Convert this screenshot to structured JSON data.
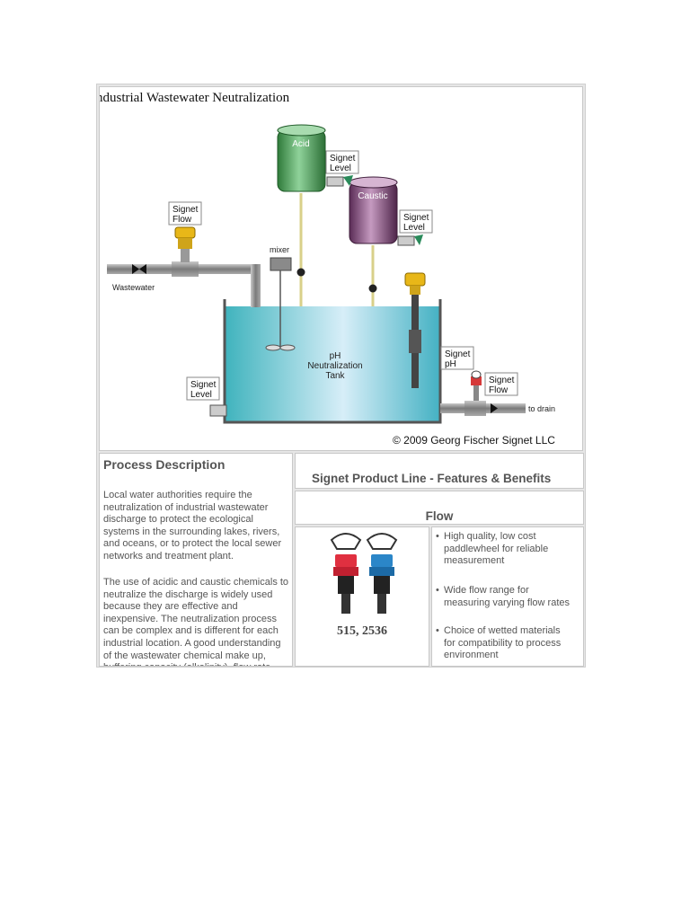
{
  "diagram": {
    "title": "ndustrial Wastewater Neutralization",
    "labels": {
      "acid": "Acid",
      "caustic": "Caustic",
      "mixer": "mixer",
      "wastewater": "Wastewater",
      "to_drain": "to drain",
      "tank_line1": "pH",
      "tank_line2": "Neutralization",
      "tank_line3": "Tank",
      "signet": "Signet",
      "level": "Level",
      "flow": "Flow",
      "ph": "pH"
    },
    "copyright": "©  2009 Georg Fischer Signet LLC"
  },
  "process": {
    "heading": "Process Description",
    "para1": "Local water authorities require the neutralization of industrial wastewater discharge to protect the ecological systems in the surrounding lakes, rivers, and oceans, or to protect the local sewer networks and treatment plant.",
    "para2": "The use of acidic and caustic chemicals to neutralize the discharge is widely used because they are effective and inexpensive. The neutralization process can be complex and is different for each industrial location. A good understanding of the wastewater chemical make up, buffering capacity (alkalinity), flow rate,"
  },
  "product_line": {
    "heading": "Signet Product Line - Features & Benefits",
    "section": "Flow",
    "product_label": "515, 2536",
    "bullet": "•",
    "features": [
      "High quality, low cost paddlewheel for reliable measurement",
      "Wide flow range for measuring varying flow rates",
      "Choice of wetted materials for compatibility to process environment"
    ]
  },
  "colors": {
    "water": "#5cc6cf",
    "acid_tank": "#3f8f4a",
    "caustic_tank": "#6b3b67",
    "pipe": "#8a8a8a",
    "sensor_yellow": "#e8b718"
  }
}
